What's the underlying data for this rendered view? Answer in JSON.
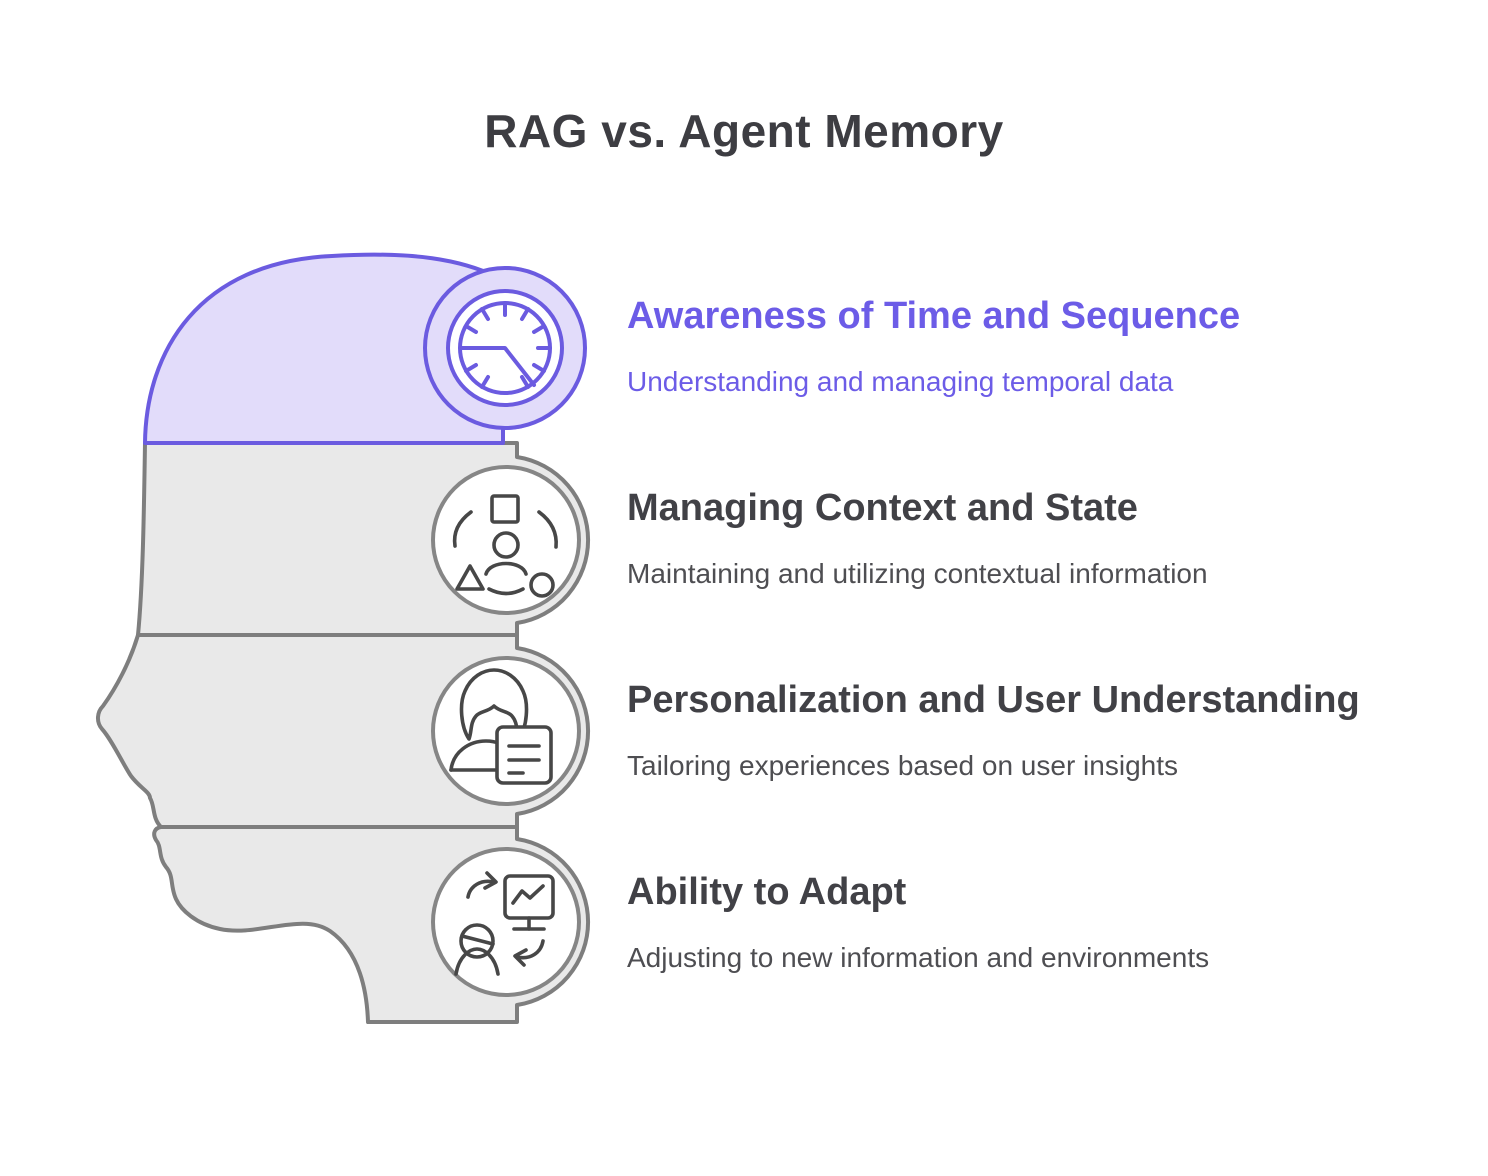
{
  "title": "RAG vs. Agent Memory",
  "colors": {
    "accent": "#6c5ce7",
    "accent_light_fill": "#e2dcfa",
    "gray_fill": "#e9e9e9",
    "gray_outline": "#7e7e7e",
    "icon_stroke": "#474747",
    "heading_text": "#414146",
    "subtitle_text": "#4e4e52"
  },
  "sections": [
    {
      "title": "Awareness of Time and Sequence",
      "subtitle": "Understanding and managing temporal data",
      "icon": "gauge-clock-icon",
      "highlighted": true
    },
    {
      "title": "Managing Context and State",
      "subtitle": "Maintaining and utilizing contextual information",
      "icon": "user-shapes-icon",
      "highlighted": false
    },
    {
      "title": "Personalization and User Understanding",
      "subtitle": "Tailoring experiences based on user insights",
      "icon": "user-document-icon",
      "highlighted": false
    },
    {
      "title": "Ability to Adapt",
      "subtitle": "Adjusting to new information and environments",
      "icon": "user-adapt-arrows-icon",
      "highlighted": false
    }
  ]
}
